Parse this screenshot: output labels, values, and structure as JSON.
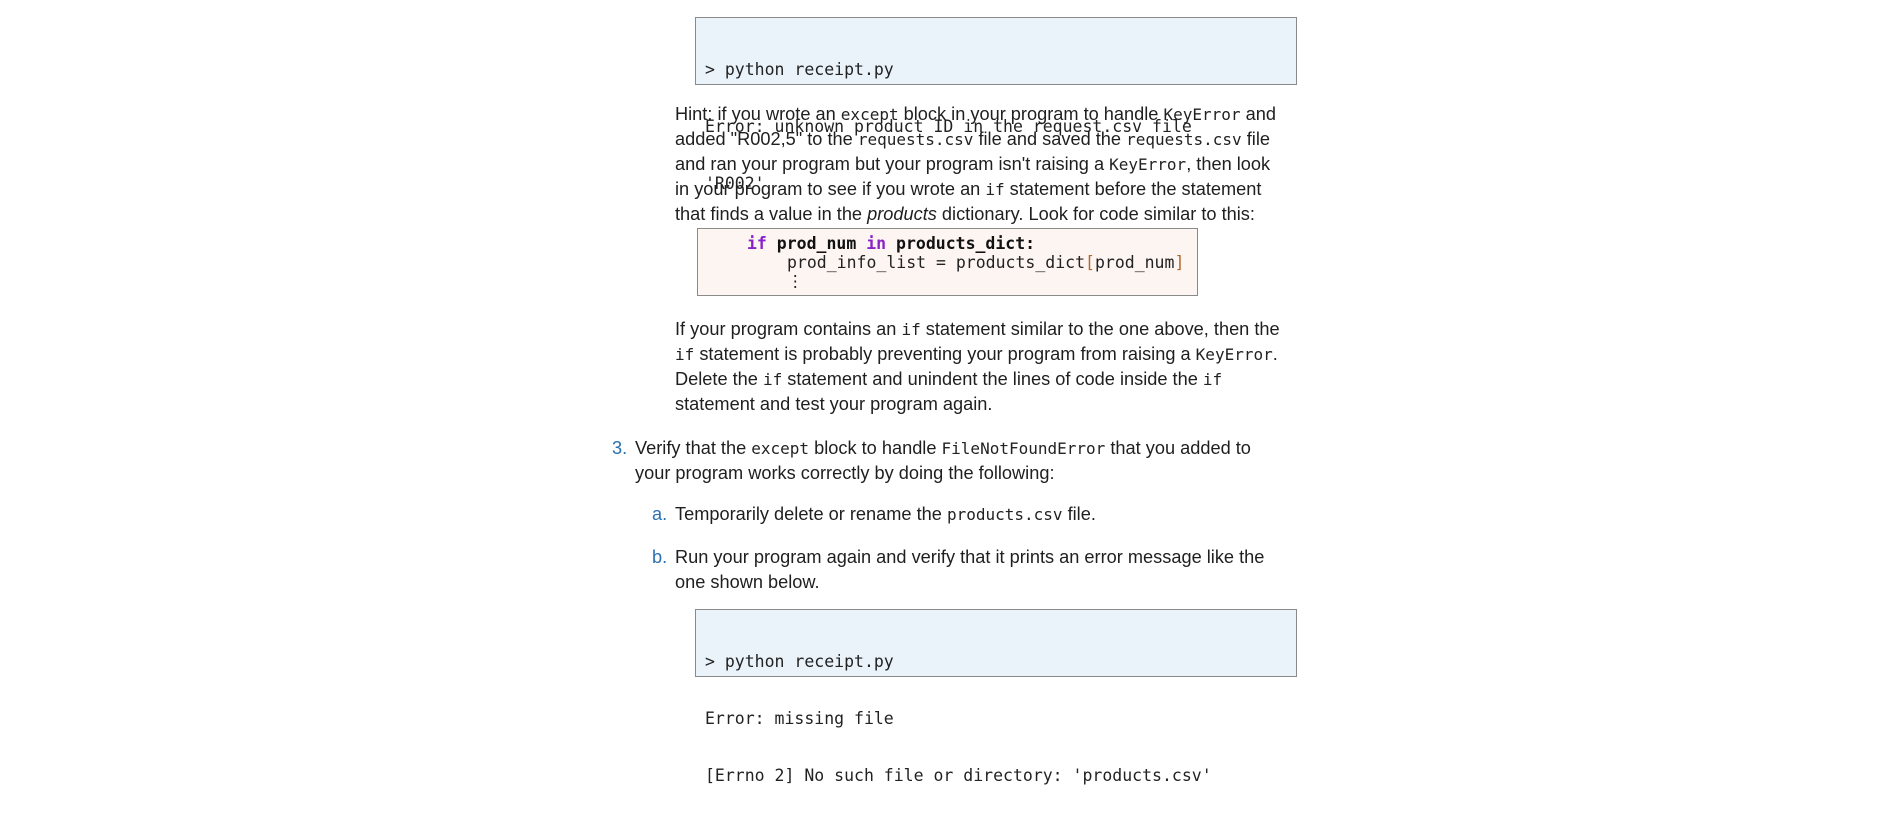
{
  "console1": {
    "lines": [
      "> python receipt.py",
      "Error: unknown product ID in the request.csv file",
      "'R002'"
    ]
  },
  "hint": {
    "l1_a": "Hint: if you wrote an ",
    "l1_code1": "except",
    "l1_b": " block in your program to handle ",
    "l1_code2": "KeyError",
    "l1_c": " and",
    "l2_a": "added \"R002,5\" to the ",
    "l2_code1": "requests.csv",
    "l2_b": " file and saved the ",
    "l2_code2": "requests.csv",
    "l2_c": " file",
    "l3_a": "and ran your program but your program isn't raising a ",
    "l3_code1": "KeyError",
    "l3_b": ", then look",
    "l4_a": "in your program to see if you wrote an ",
    "l4_code1": "if",
    "l4_b": " statement before the statement",
    "l5_a": "that finds a value in the ",
    "l5_em": "products",
    "l5_b": " dictionary. Look for code similar to this:"
  },
  "codeblock": {
    "l1_kw1": "if",
    "l1_a": " prod_num ",
    "l1_kw2": "in",
    "l1_b": " products_dict:",
    "l2_a": "prod_info_list = products_dict",
    "l2_br1": "[",
    "l2_b": "prod_num",
    "l2_br2": "]",
    "l3": "⋮"
  },
  "para2": {
    "l1_a": "If your program contains an ",
    "l1_code1": "if",
    "l1_b": " statement similar to the one above, then the",
    "l2_code1": "if",
    "l2_a": " statement is probably preventing your program from raising a ",
    "l2_code2": "KeyError",
    "l2_b": ".",
    "l3_a": "Delete the ",
    "l3_code1": "if",
    "l3_b": " statement and unindent the lines of code inside the ",
    "l3_code2": "if",
    "l4": "statement and test your program again."
  },
  "step3": {
    "marker": "3.",
    "l1_a": "Verify that the ",
    "l1_code1": "except",
    "l1_b": " block to handle ",
    "l1_code2": "FileNotFoundError",
    "l1_c": " that you added to",
    "l2": "your program works correctly by doing the following:"
  },
  "step_a": {
    "marker": "a.",
    "l1_a": "Temporarily delete or rename the ",
    "l1_code1": "products.csv",
    "l1_b": " file."
  },
  "step_b": {
    "marker": "b.",
    "l1": "Run your program again and verify that it prints an error message like the",
    "l2": "one shown below."
  },
  "console2": {
    "lines": [
      "> python receipt.py",
      "Error: missing file",
      "[Errno 2] No such file or directory: 'products.csv'"
    ]
  }
}
